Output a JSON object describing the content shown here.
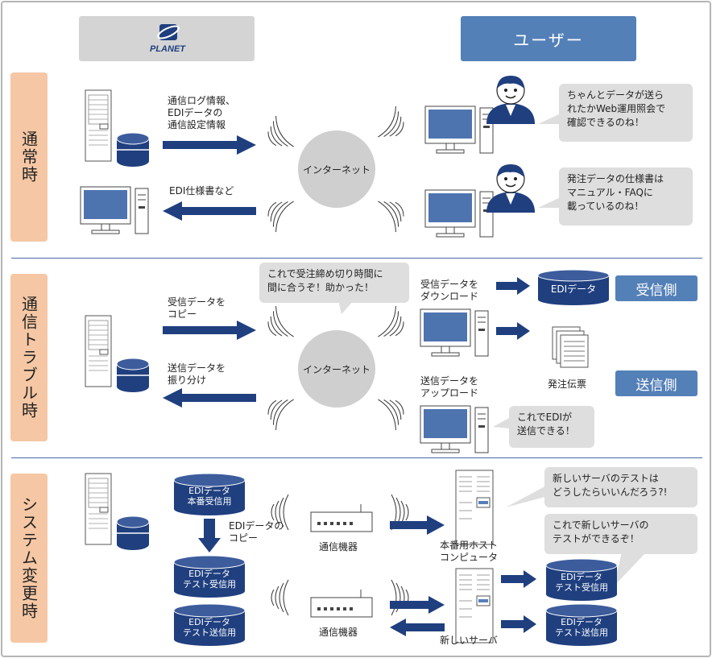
{
  "header": {
    "planet_label": "PLANET",
    "user_label": "ユーザー"
  },
  "sections": [
    {
      "label": "通常時"
    },
    {
      "label": "通信トラブル時"
    },
    {
      "label": "システム変更時"
    }
  ],
  "normal": {
    "arrow_out_label": "通信ログ情報、\nEDIデータの\n通信設定情報",
    "arrow_in_label": "EDI仕様書など",
    "cloud_label": "インターネット",
    "bubble1": "ちゃんとデータが送ら\nれたかWeb運用照会で\n確認できるのね！",
    "bubble2": "発注データの仕様書は\nマニュアル・FAQに\n載っているのね！"
  },
  "trouble": {
    "arrow_out_label": "受信データを\nコピー",
    "arrow_in_label": "送信データを\n振り分け",
    "cloud_label": "インターネット",
    "bubble_top": "これで受注締め切り時間に\n間に合うぞ！助かった！",
    "download_label": "受信データを\nダウンロード",
    "upload_label": "送信データを\nアップロード",
    "edi_db_label": "EDIデータ",
    "recv_pill": "受信側",
    "send_pill": "送信側",
    "order_slip": "発注伝票",
    "bubble_bottom": "これでEDIが\n送信できる！"
  },
  "change": {
    "db_prod": "EDIデータ\n本番受信用",
    "copy_label": "EDIデータの\nコピー",
    "db_test_recv": "EDIデータ\nテスト受信用",
    "db_test_send": "EDIデータ\nテスト送信用",
    "comm1": "通信機器",
    "comm2": "通信機器",
    "host_label": "本番用ホスト\nコンピュータ",
    "new_server": "新しいサーバ",
    "bubble1": "新しいサーバのテストは\nどうしたらいいんだろう?!",
    "bubble2": "これで新しいサーバの\nテストができるぞ！",
    "out_db1": "EDIデータ\nテスト受信用",
    "out_db2": "EDIデータ\nテスト送信用"
  },
  "colors": {
    "arrow": "#1f3f7f",
    "accent": "#5480b8",
    "section": "#f5c7a4",
    "bubble": "#dedede"
  }
}
